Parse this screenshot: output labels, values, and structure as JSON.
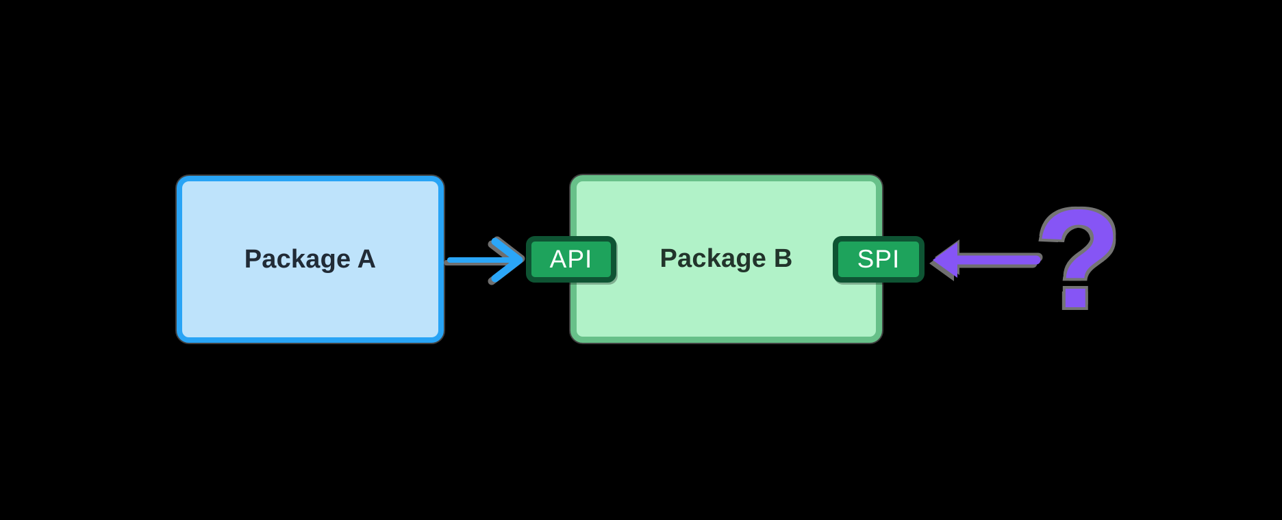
{
  "canvas": {
    "background_color": "#000000"
  },
  "package_a": {
    "label": "Package A",
    "fill_color": "#BEE3FB",
    "border_color": "#29A4F5",
    "text_color": "#212B36"
  },
  "package_b": {
    "label": "Package B",
    "fill_color": "#B1F2C8",
    "border_color": "#67C089",
    "text_color": "#22342B"
  },
  "api_badge": {
    "label": "API",
    "fill_color": "#1EA35C",
    "border_color": "#0E5433",
    "text_color": "#FFFFFF"
  },
  "spi_badge": {
    "label": "SPI",
    "fill_color": "#1EA35C",
    "border_color": "#0E5433",
    "text_color": "#FFFFFF"
  },
  "icons": {
    "right_arrow": {
      "name": "right-arrow-icon",
      "color": "#2BA6F7",
      "direction": "right",
      "from": "Package A",
      "to": "API"
    },
    "left_arrow": {
      "name": "left-arrow-icon",
      "color": "#8655F5",
      "direction": "left",
      "from": "?",
      "to": "SPI"
    },
    "question_mark": {
      "glyph": "?",
      "color": "#8655F5"
    }
  }
}
